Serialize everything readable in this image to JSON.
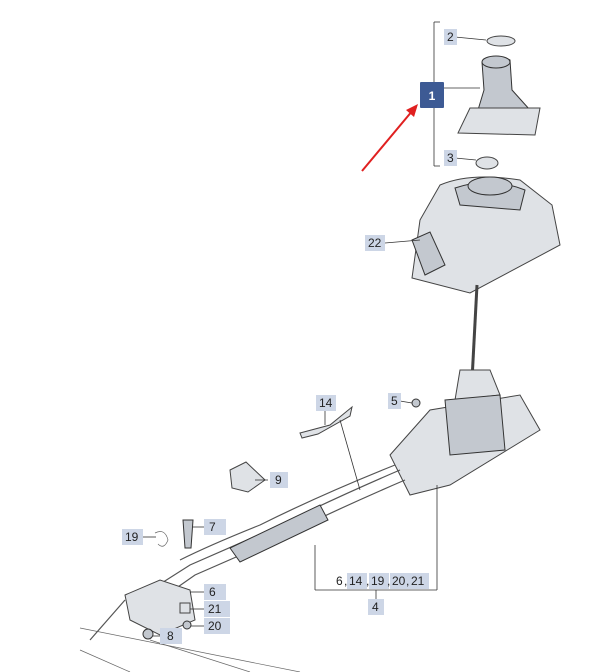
{
  "diagram": {
    "callouts": {
      "c1": "1",
      "c2": "2",
      "c3": "3",
      "c4": "4",
      "c5": "5",
      "c6a": "6",
      "c6b": "6",
      "c7": "7",
      "c8": "8",
      "c9": "9",
      "c14a": "14",
      "c14b": "14",
      "c19a": "19",
      "c19b": "19",
      "c20a": "20",
      "c20b": "20",
      "c21a": "21",
      "c21b": "21",
      "c22": "22"
    },
    "separators": {
      "s1": ",",
      "s2": ",",
      "s3": ",",
      "s4": ","
    },
    "colors": {
      "highlight_tag": "#3d5a94",
      "tag": "#cdd6e6",
      "arrow": "#e02020"
    }
  }
}
